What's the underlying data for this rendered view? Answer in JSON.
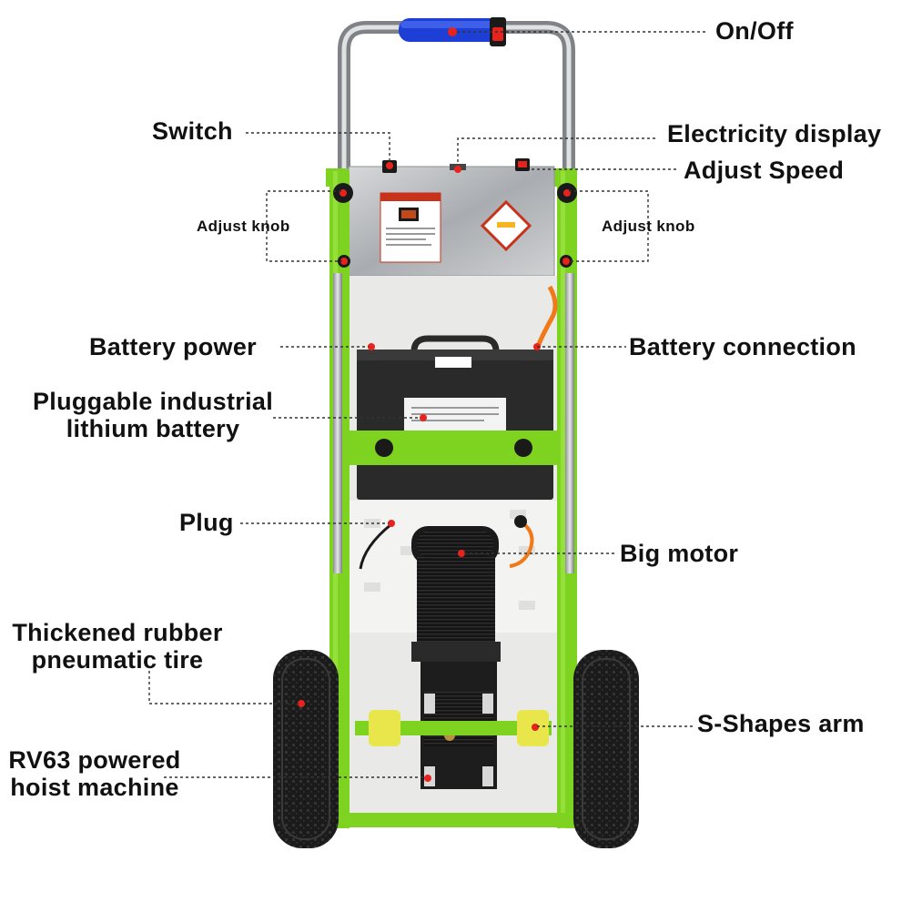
{
  "diagram": {
    "labels": {
      "on_off": "On/Off",
      "switch": "Switch",
      "electricity_display": "Electricity display",
      "adjust_speed": "Adjust Speed",
      "adjust_knob_left": "Adjust knob",
      "adjust_knob_right": "Adjust knob",
      "battery_power": "Battery power",
      "battery_connection": "Battery connection",
      "pluggable_battery_line1": "Pluggable industrial",
      "pluggable_battery_line2": "lithium battery",
      "plug": "Plug",
      "big_motor": "Big motor",
      "thickened_tire_line1": "Thickened rubber",
      "thickened_tire_line2": "pneumatic tire",
      "s_shapes_arm": "S-Shapes arm",
      "rv63_line1": "RV63 powered",
      "rv63_line2": "hoist machine"
    },
    "colors": {
      "frame_green": "#7ed321",
      "handle_blue": "#1d3fd6",
      "marker_red": "#e8231e",
      "motor_black": "#1a1a1a",
      "steel": "#b9bcc0",
      "roller_yellow": "#e8e64a"
    },
    "icons": [
      "on-off-switch-icon",
      "power-switch-icon",
      "adjust-knob-icon",
      "motor-icon",
      "tire-icon"
    ]
  }
}
